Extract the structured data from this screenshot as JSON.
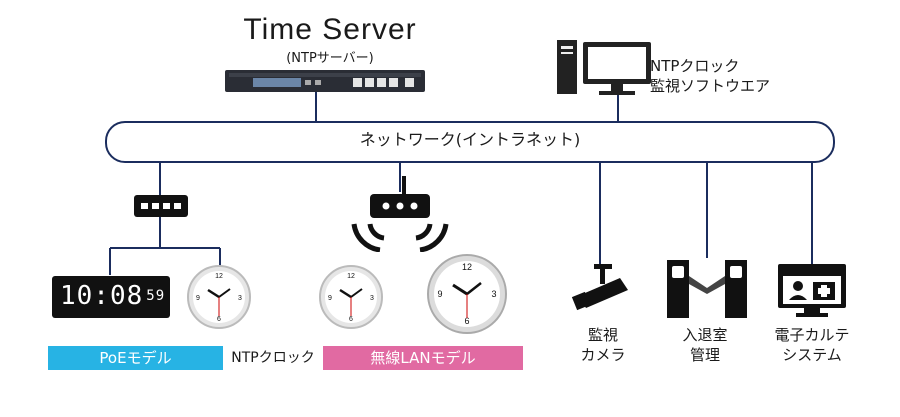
{
  "server": {
    "title": "Time Server",
    "subtitle": "(NTPサーバー)"
  },
  "monitor": {
    "label_line1": "NTPクロック",
    "label_line2": "監視ソフトウエア"
  },
  "network": {
    "label": "ネットワーク(イントラネット)"
  },
  "led_clock": {
    "time": "10:08",
    "seconds": "59"
  },
  "banners": {
    "poe": "PoEモデル",
    "ntp_clock": "NTPクロック",
    "wireless": "無線LANモデル"
  },
  "devices": {
    "camera_line1": "監視",
    "camera_line2": "カメラ",
    "gate_line1": "入退室",
    "gate_line2": "管理",
    "ehr_line1": "電子カルテ",
    "ehr_line2": "システム"
  },
  "colors": {
    "network_line": "#1b2d5e",
    "poe": "#27b3e4",
    "wireless": "#e16aa2"
  }
}
